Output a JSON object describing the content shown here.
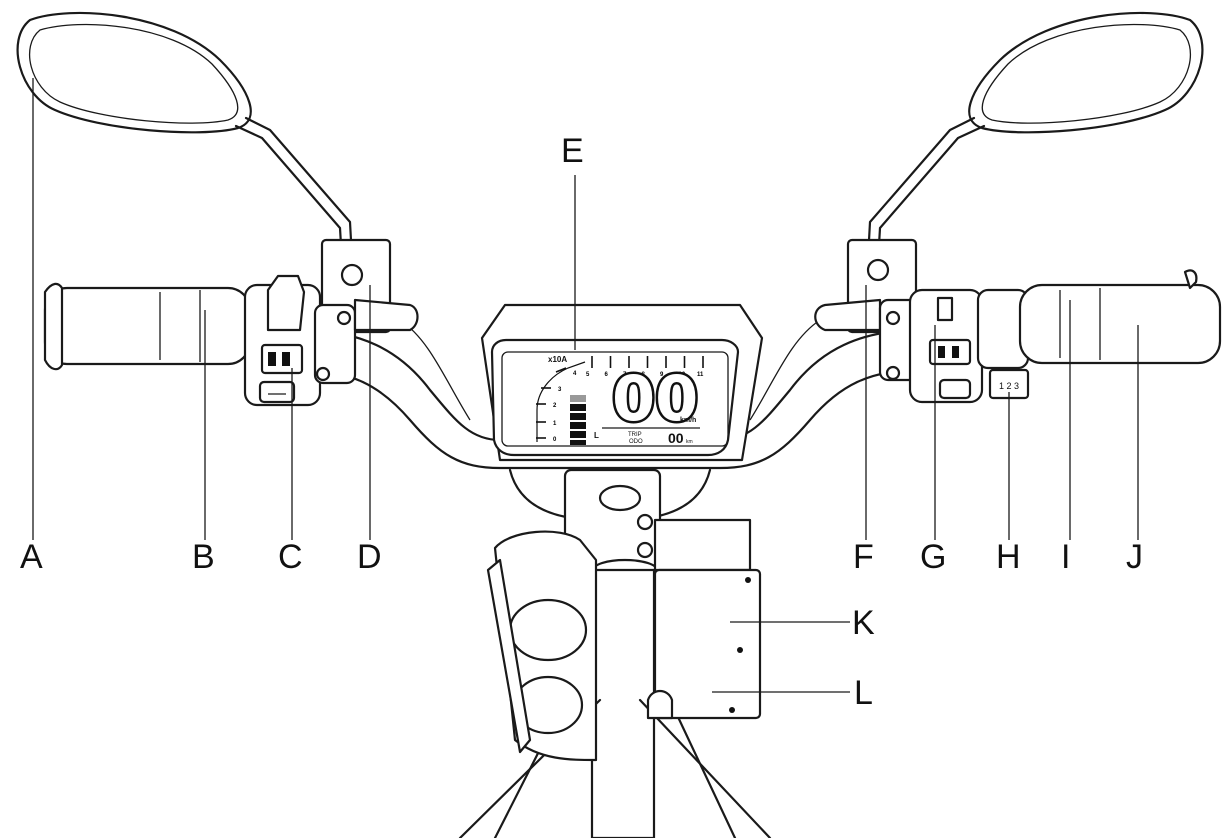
{
  "callouts": [
    "A",
    "B",
    "C",
    "D",
    "E",
    "F",
    "G",
    "H",
    "I",
    "J",
    "K",
    "L"
  ],
  "display": {
    "scale_label": "x10A",
    "scale_ticks": [
      "0",
      "1",
      "2",
      "3",
      "4",
      "5",
      "6",
      "7",
      "8",
      "9",
      "10",
      "11"
    ],
    "speed": "00",
    "speed_unit": "km/h",
    "trip_label": "TRIP",
    "odo_label": "ODO",
    "trip_value": "00",
    "trip_unit": "km",
    "gear_low": "L"
  },
  "switch_box": {
    "gear_selector": "1 2 3"
  }
}
